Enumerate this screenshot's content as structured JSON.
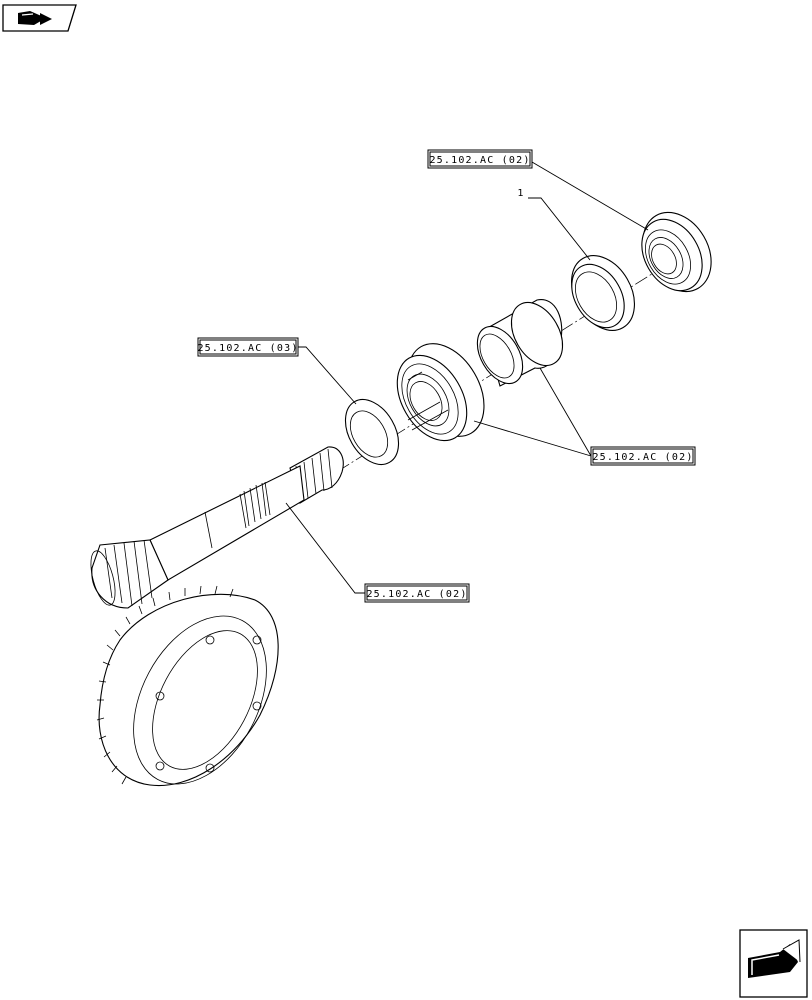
{
  "nav": {
    "prev_icon": "arrow-back-icon",
    "next_icon": "arrow-next-icon"
  },
  "callouts": {
    "ref_top": "25.102.AC (02)",
    "item_number": "1",
    "ref_mid_left": "25.102.AC (03)",
    "ref_mid_right": "25.102.AC (02)",
    "ref_bottom": "25.102.AC (02)"
  }
}
